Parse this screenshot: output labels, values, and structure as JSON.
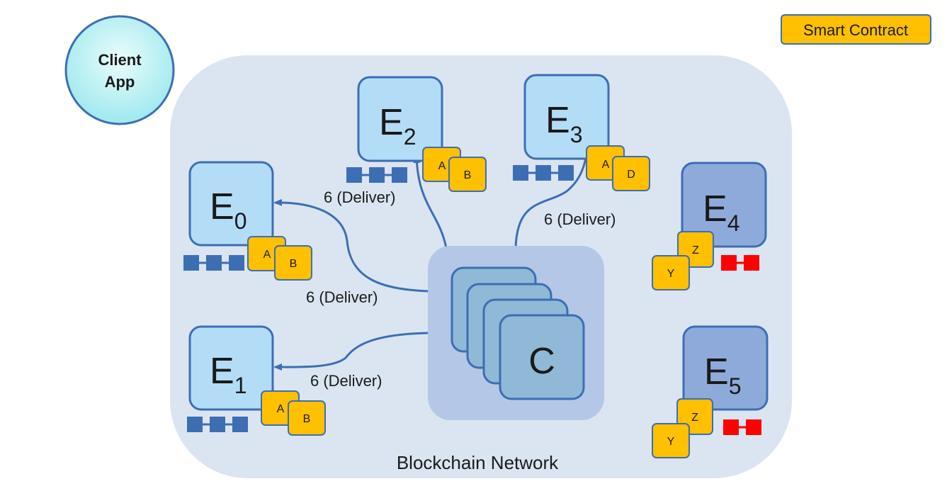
{
  "legend": {
    "label": "Smart Contract",
    "color": "#ffc000"
  },
  "client": {
    "line1": "Client",
    "line2": "App"
  },
  "network": {
    "label": "Blockchain Network"
  },
  "orderer": {
    "label": "C"
  },
  "peers": [
    {
      "letter": "E",
      "sub": "0",
      "contracts": [
        "A",
        "B"
      ],
      "ledger_color": "#3d6eb4"
    },
    {
      "letter": "E",
      "sub": "1",
      "contracts": [
        "A",
        "B"
      ],
      "ledger_color": "#3d6eb4"
    },
    {
      "letter": "E",
      "sub": "2",
      "contracts": [
        "A",
        "B"
      ],
      "ledger_color": "#3d6eb4"
    },
    {
      "letter": "E",
      "sub": "3",
      "contracts": [
        "A",
        "D"
      ],
      "ledger_color": "#3d6eb4"
    },
    {
      "letter": "E",
      "sub": "4",
      "contracts": [
        "Z",
        "Y"
      ],
      "ledger_color": "#ff0000"
    },
    {
      "letter": "E",
      "sub": "5",
      "contracts": [
        "Z",
        "Y"
      ],
      "ledger_color": "#ff0000"
    }
  ],
  "edges": [
    {
      "to": "E0",
      "label": "6 (Deliver)"
    },
    {
      "to": "E1",
      "label": "6 (Deliver)"
    },
    {
      "to": "E2",
      "label": "6 (Deliver)"
    },
    {
      "to": "E3",
      "label": "6 (Deliver)"
    }
  ],
  "colors": {
    "network_bg": "#dbe5f1",
    "peer_fill": "#b3dcf7",
    "peer_fill_dark": "#8eaadb",
    "peer_stroke": "#3d6eb4",
    "contract_fill": "#ffc000",
    "contract_stroke": "#3d6eb4",
    "orderer_bg": "#b4c7e7",
    "orderer_card": "#8fb9d6"
  }
}
